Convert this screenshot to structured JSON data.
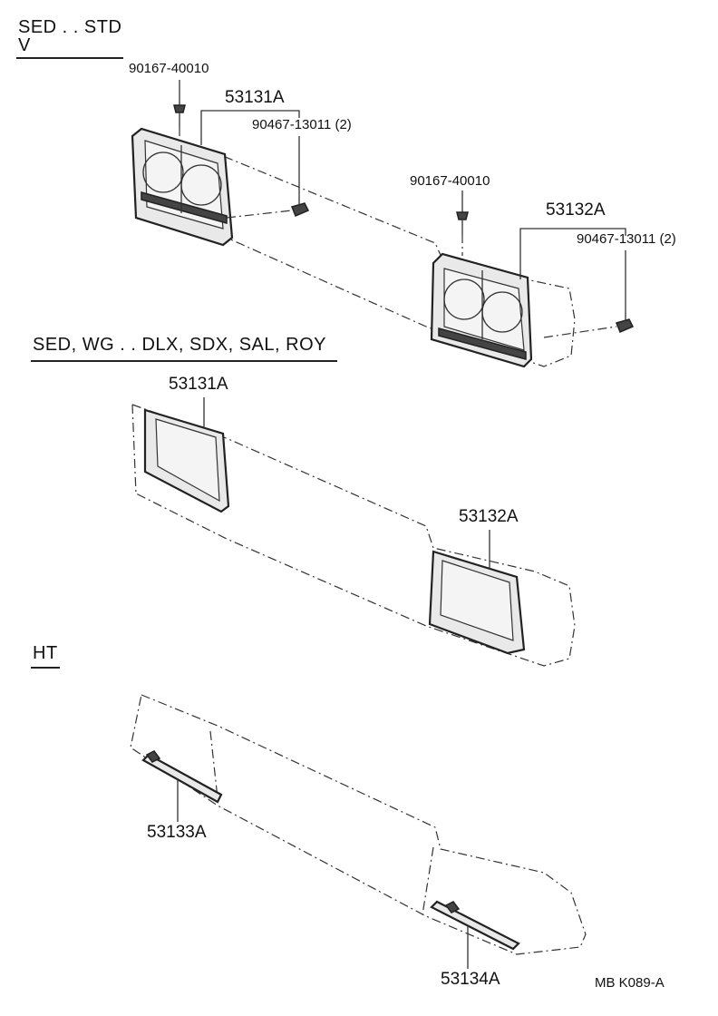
{
  "sections": {
    "std": {
      "title": "SED . . STD",
      "subtitle": "V"
    },
    "dlx": {
      "title": "SED, WG . . DLX, SDX, SAL, ROY"
    },
    "ht": {
      "title": "HT"
    }
  },
  "parts": {
    "std_screw_left": "90167-40010",
    "std_door_left": "53131A",
    "std_clip_left": "90467-13011 (2)",
    "std_screw_right": "90167-40010",
    "std_door_right": "53132A",
    "std_clip_right": "90467-13011 (2)",
    "dlx_door_left": "53131A",
    "dlx_door_right": "53132A",
    "ht_molding_left": "53133A",
    "ht_molding_right": "53134A"
  },
  "figure_code": "MB  K089-A"
}
